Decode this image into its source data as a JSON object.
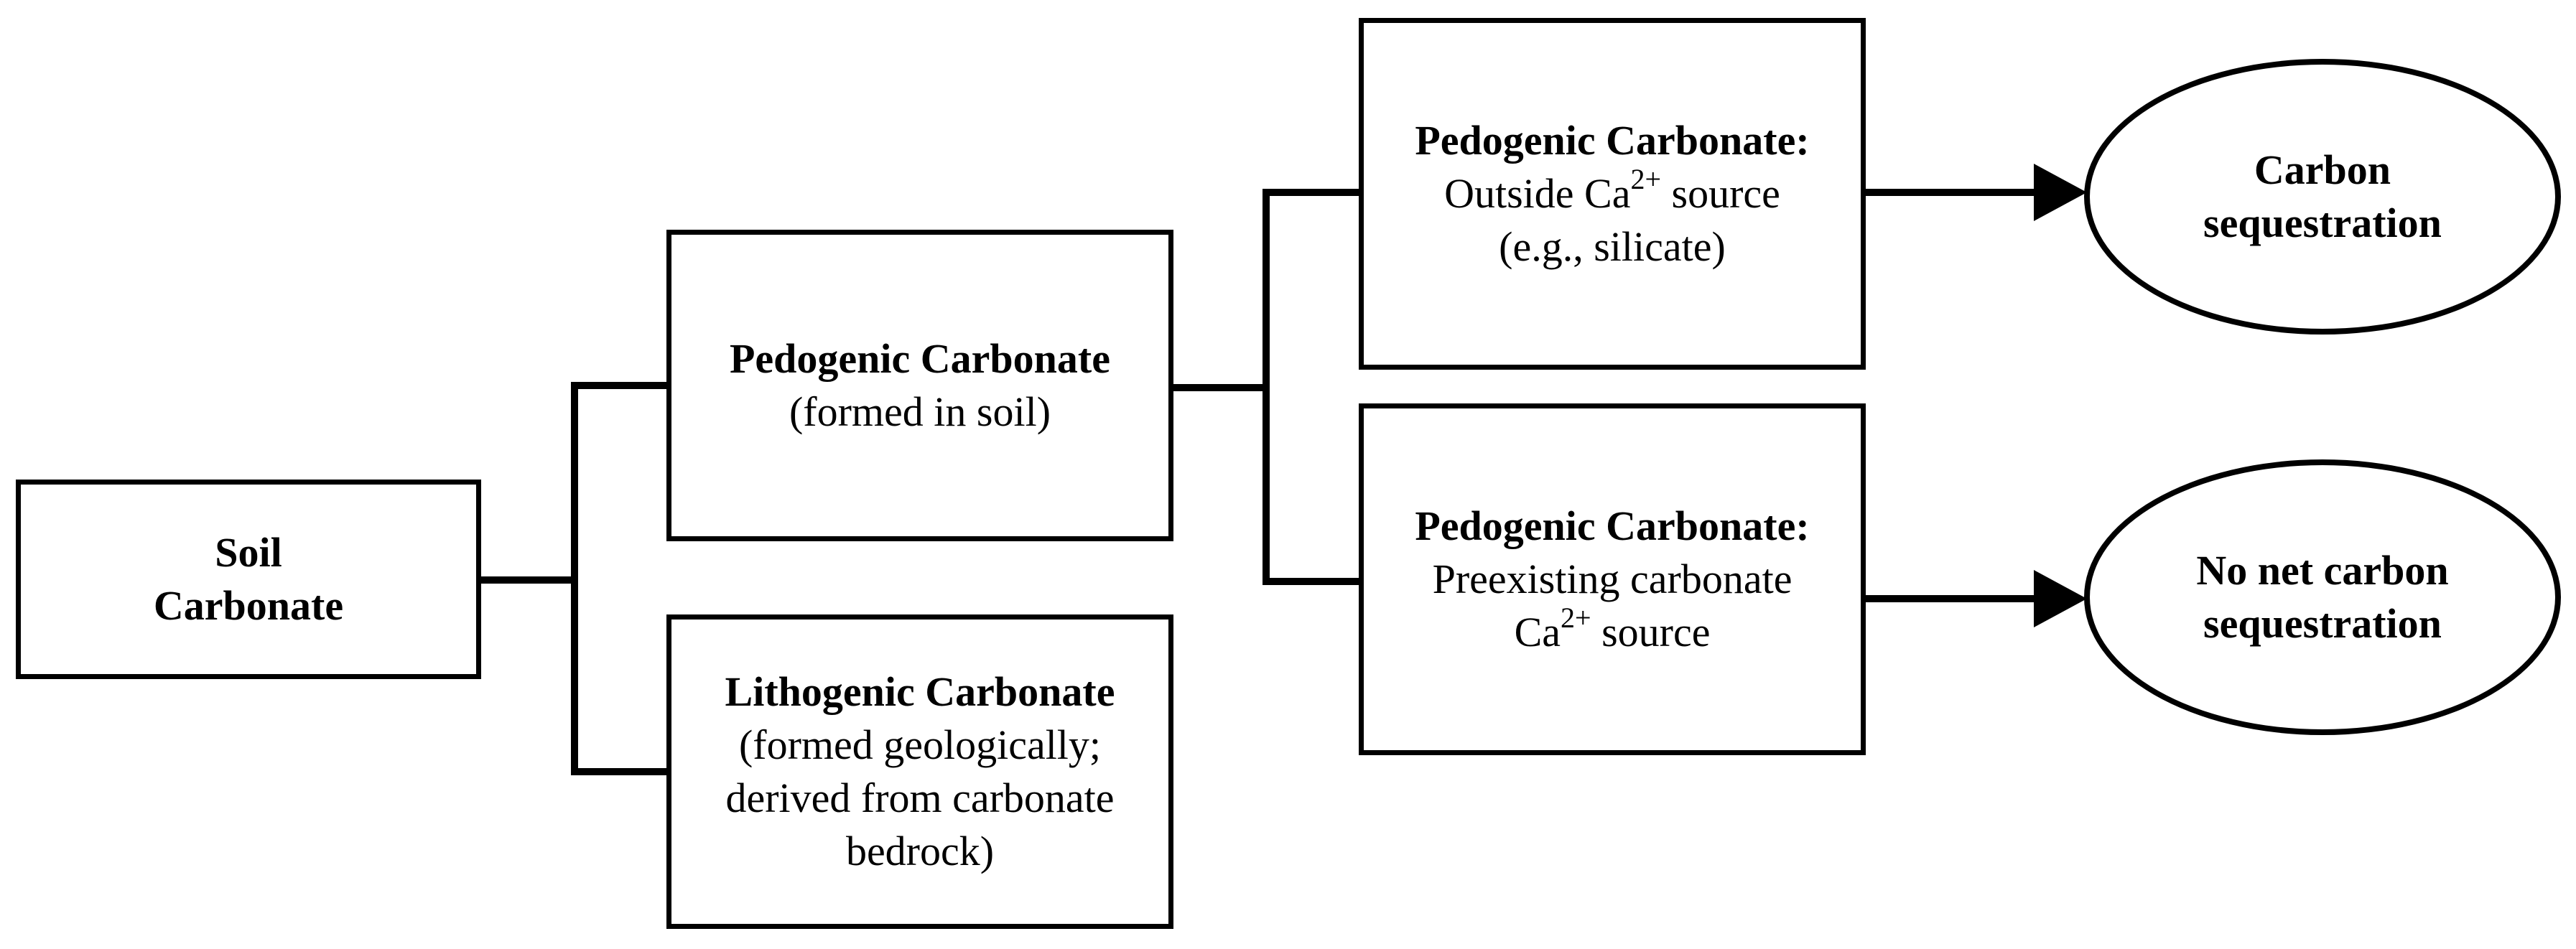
{
  "nodes": {
    "soil_carbonate": {
      "line1": "Soil",
      "line2": "Carbonate"
    },
    "pedogenic_carbonate": {
      "title": "Pedogenic Carbonate",
      "subtitle": "(formed in soil)"
    },
    "lithogenic_carbonate": {
      "title": "Lithogenic Carbonate",
      "line1": "(formed geologically;",
      "line2": "derived from carbonate",
      "line3": "bedrock)"
    },
    "pedogenic_outside": {
      "title": "Pedogenic Carbonate:",
      "line1_prefix": "Outside Ca",
      "line1_sup": "2+",
      "line1_suffix": " source",
      "line2": "(e.g., silicate)"
    },
    "pedogenic_preexisting": {
      "title": "Pedogenic Carbonate:",
      "line1": "Preexisting carbonate",
      "line2_prefix": "Ca",
      "line2_sup": "2+",
      "line2_suffix": " source"
    },
    "carbon_sequestration": {
      "line1": "Carbon",
      "line2": "sequestration"
    },
    "no_net_sequestration": {
      "line1": "No net carbon",
      "line2": "sequestration"
    }
  },
  "edges": [
    {
      "from": "soil_carbonate",
      "to": "pedogenic_carbonate",
      "style": "elbow"
    },
    {
      "from": "soil_carbonate",
      "to": "lithogenic_carbonate",
      "style": "elbow"
    },
    {
      "from": "pedogenic_carbonate",
      "to": "pedogenic_outside",
      "style": "elbow"
    },
    {
      "from": "pedogenic_carbonate",
      "to": "pedogenic_preexisting",
      "style": "elbow"
    },
    {
      "from": "pedogenic_outside",
      "to": "carbon_sequestration",
      "style": "arrow"
    },
    {
      "from": "pedogenic_preexisting",
      "to": "no_net_sequestration",
      "style": "arrow"
    }
  ],
  "colors": {
    "stroke": "#000000",
    "fill": "#ffffff",
    "text": "#000000"
  }
}
